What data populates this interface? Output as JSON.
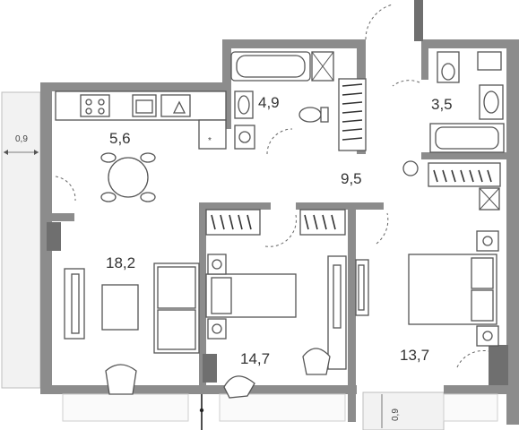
{
  "rooms": {
    "bathroom_1": "4,9",
    "bathroom_2": "3,5",
    "kitchen": "5,6",
    "hallway": "9,5",
    "living_room": "18,2",
    "bedroom_1": "14,7",
    "bedroom_2": "13,7"
  },
  "balconies": {
    "left_depth": "0,9",
    "bottom_depth": "0,9"
  },
  "colors": {
    "wall": "#8c8c8c",
    "background": "#ffffff"
  }
}
